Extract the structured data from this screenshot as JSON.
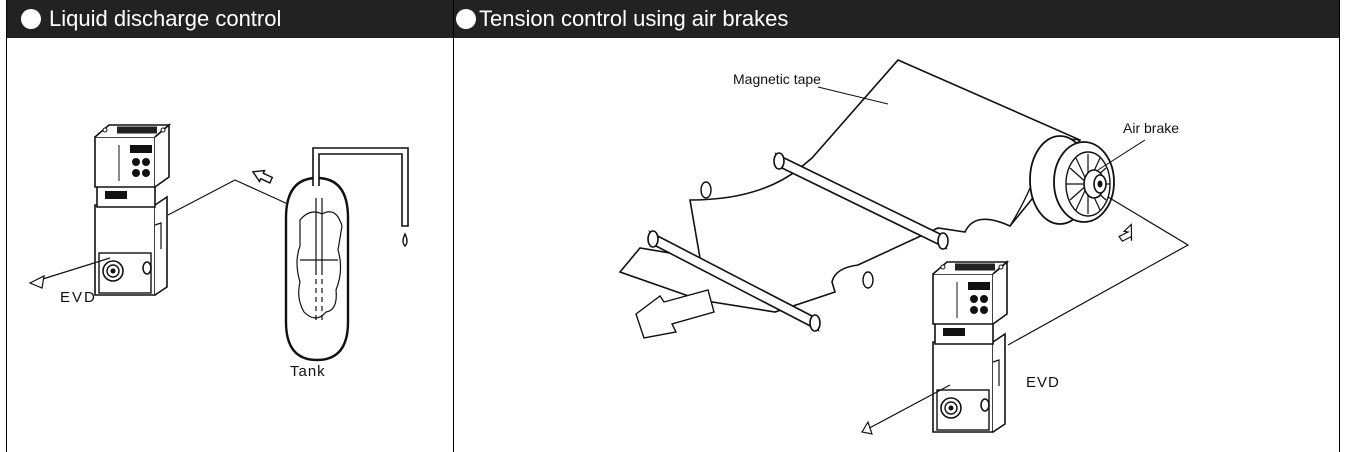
{
  "panels": {
    "left": {
      "title": "Liquid discharge control",
      "labels": {
        "device": "EVD",
        "tank": "Tank"
      }
    },
    "right": {
      "title": "Tension control using air brakes",
      "labels": {
        "tape": "Magnetic tape",
        "brake": "Air brake",
        "device": "EVD"
      }
    }
  },
  "colors": {
    "header_bg": "#222222",
    "header_text": "#ffffff",
    "line": "#111111"
  },
  "icons": [
    "bullet-dot-icon",
    "evd-regulator-icon",
    "tank-icon",
    "air-brake-icon",
    "roller-icon",
    "flow-arrow-icon"
  ]
}
